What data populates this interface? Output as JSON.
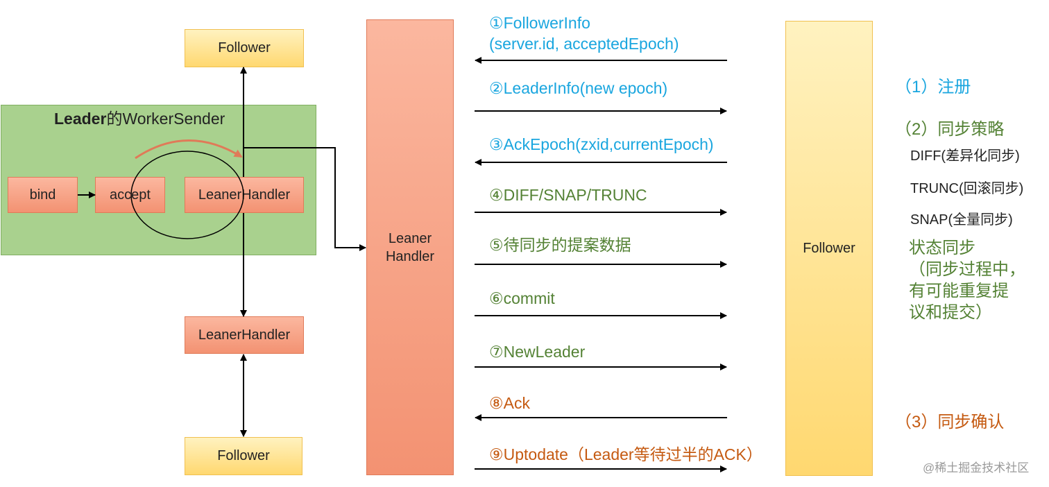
{
  "left": {
    "follower_top": "Follower",
    "panel_title_bold": "Leader",
    "panel_title_rest": "的WorkerSender",
    "bind": "bind",
    "accept": "accept",
    "handler_inner": "LeanerHandler",
    "handler_lower": "LeanerHandler",
    "follower_bottom": "Follower"
  },
  "center": {
    "handler_line1": "Leaner",
    "handler_line2": "Handler"
  },
  "right_follower": "Follower",
  "messages": [
    {
      "line1": "①FollowerInfo",
      "line2": "(server.id, acceptedEpoch)",
      "direction": "left",
      "color": "#1aa6df"
    },
    {
      "line1": "②LeaderInfo(new epoch)",
      "direction": "right",
      "color": "#1aa6df"
    },
    {
      "line1": "③AckEpoch(zxid,currentEpoch)",
      "direction": "left",
      "color": "#1aa6df"
    },
    {
      "line1": "④DIFF/SNAP/TRUNC",
      "direction": "right",
      "color": "#548235"
    },
    {
      "line1": "⑤待同步的提案数据",
      "direction": "right",
      "color": "#548235"
    },
    {
      "line1": "⑥commit",
      "direction": "right",
      "color": "#548235"
    },
    {
      "line1": "⑦NewLeader",
      "direction": "right",
      "color": "#548235"
    },
    {
      "line1": "⑧Ack",
      "direction": "left",
      "color": "#c55a11"
    },
    {
      "line1": "⑨Uptodate（Leader等待过半的ACK）",
      "direction": "right",
      "color": "#c55a11"
    }
  ],
  "phases": {
    "register": "（1）注册",
    "sync_strategy": "（2）同步策略",
    "diff": "DIFF(差异化同步)",
    "trunc": "TRUNC(回滚同步)",
    "snap": "SNAP(全量同步)",
    "state_sync_1": "状态同步",
    "state_sync_2": "（同步过程中，",
    "state_sync_3": "有可能重复提",
    "state_sync_4": "议和提交）",
    "confirm": "（3）同步确认"
  },
  "watermark": "@稀土掘金技术社区"
}
